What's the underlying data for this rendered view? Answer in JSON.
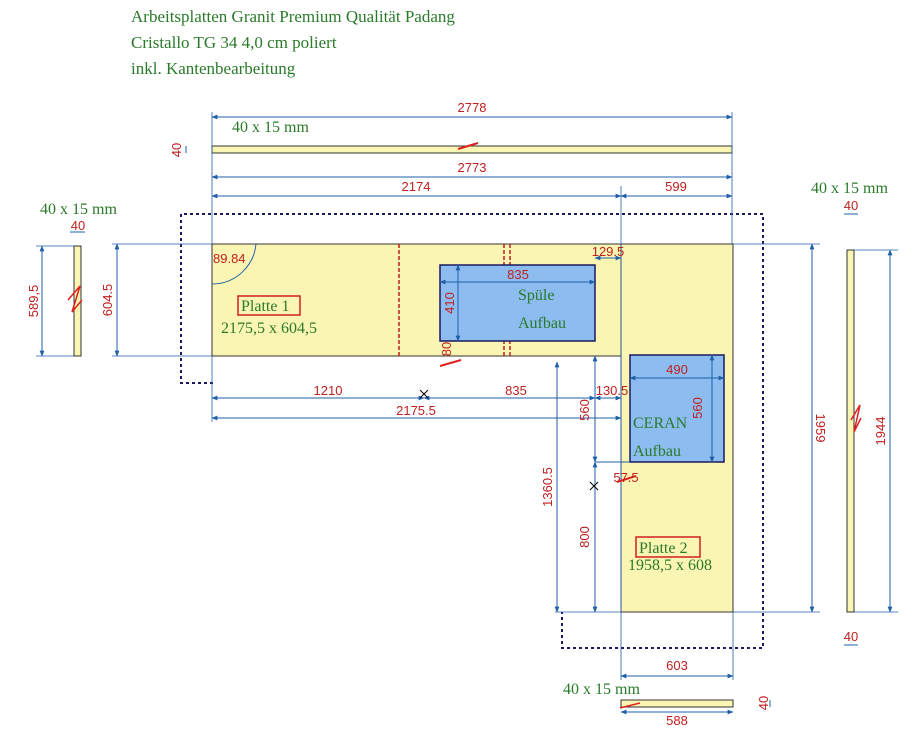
{
  "colors": {
    "slab": "#fbf5b4",
    "cutout": "#8cbcf0",
    "dimension": "#1f5fa8",
    "annotation": "#2a7a2a",
    "marker": "#e02020",
    "outline": "#1a1a60"
  },
  "header": {
    "line1": "Arbeitsplatten Granit Premium Qualität Padang",
    "line2": "Cristallo TG 34 4,0 cm poliert",
    "line3": "inkl. Kantenbearbeitung"
  },
  "edges": {
    "top_label": "40 x 15 mm",
    "left_label": "40 x 15 mm",
    "right_label": "40 x 15 mm",
    "bottom_label": "40 x 15 mm"
  },
  "dimensions": {
    "top_strip_length": "2778",
    "top_strip_thickness": "40",
    "overall_width": "2773",
    "plate1_span": "2174",
    "plate2_span": "599",
    "left_strip_thickness": "40",
    "left_strip_length": "589,5",
    "plate1_depth": "604.5",
    "radius": "89.84",
    "sink_width": "835",
    "sink_depth": "410",
    "sink_offset_right": "129.5",
    "sink_front_gap": "80",
    "bottom_1210": "1210",
    "bottom_835": "835",
    "bottom_130": "130.5",
    "bottom_total": "2175.5",
    "cooktop_offset_560": "560",
    "cooktop_width": "490",
    "cooktop_depth": "560",
    "cooktop_gap": "57.5",
    "plate2_height": "1360.5",
    "plate2_lower": "800",
    "plate2_overall": "1959",
    "right_strip_thickness_top": "40",
    "right_strip_length": "1944",
    "right_strip_thickness_bottom": "40",
    "bottom_width": "603",
    "bottom_strip_length": "588",
    "bottom_strip_thickness": "40"
  },
  "plates": {
    "plate1_title": "Platte 1",
    "plate1_size": "2175,5 x 604,5",
    "plate2_title": "Platte 2",
    "plate2_size": "1958,5 x 608"
  },
  "cutouts": {
    "sink_line1": "Spüle",
    "sink_line2": "Aufbau",
    "cooktop_line1": "CERAN",
    "cooktop_line2": "Aufbau"
  }
}
